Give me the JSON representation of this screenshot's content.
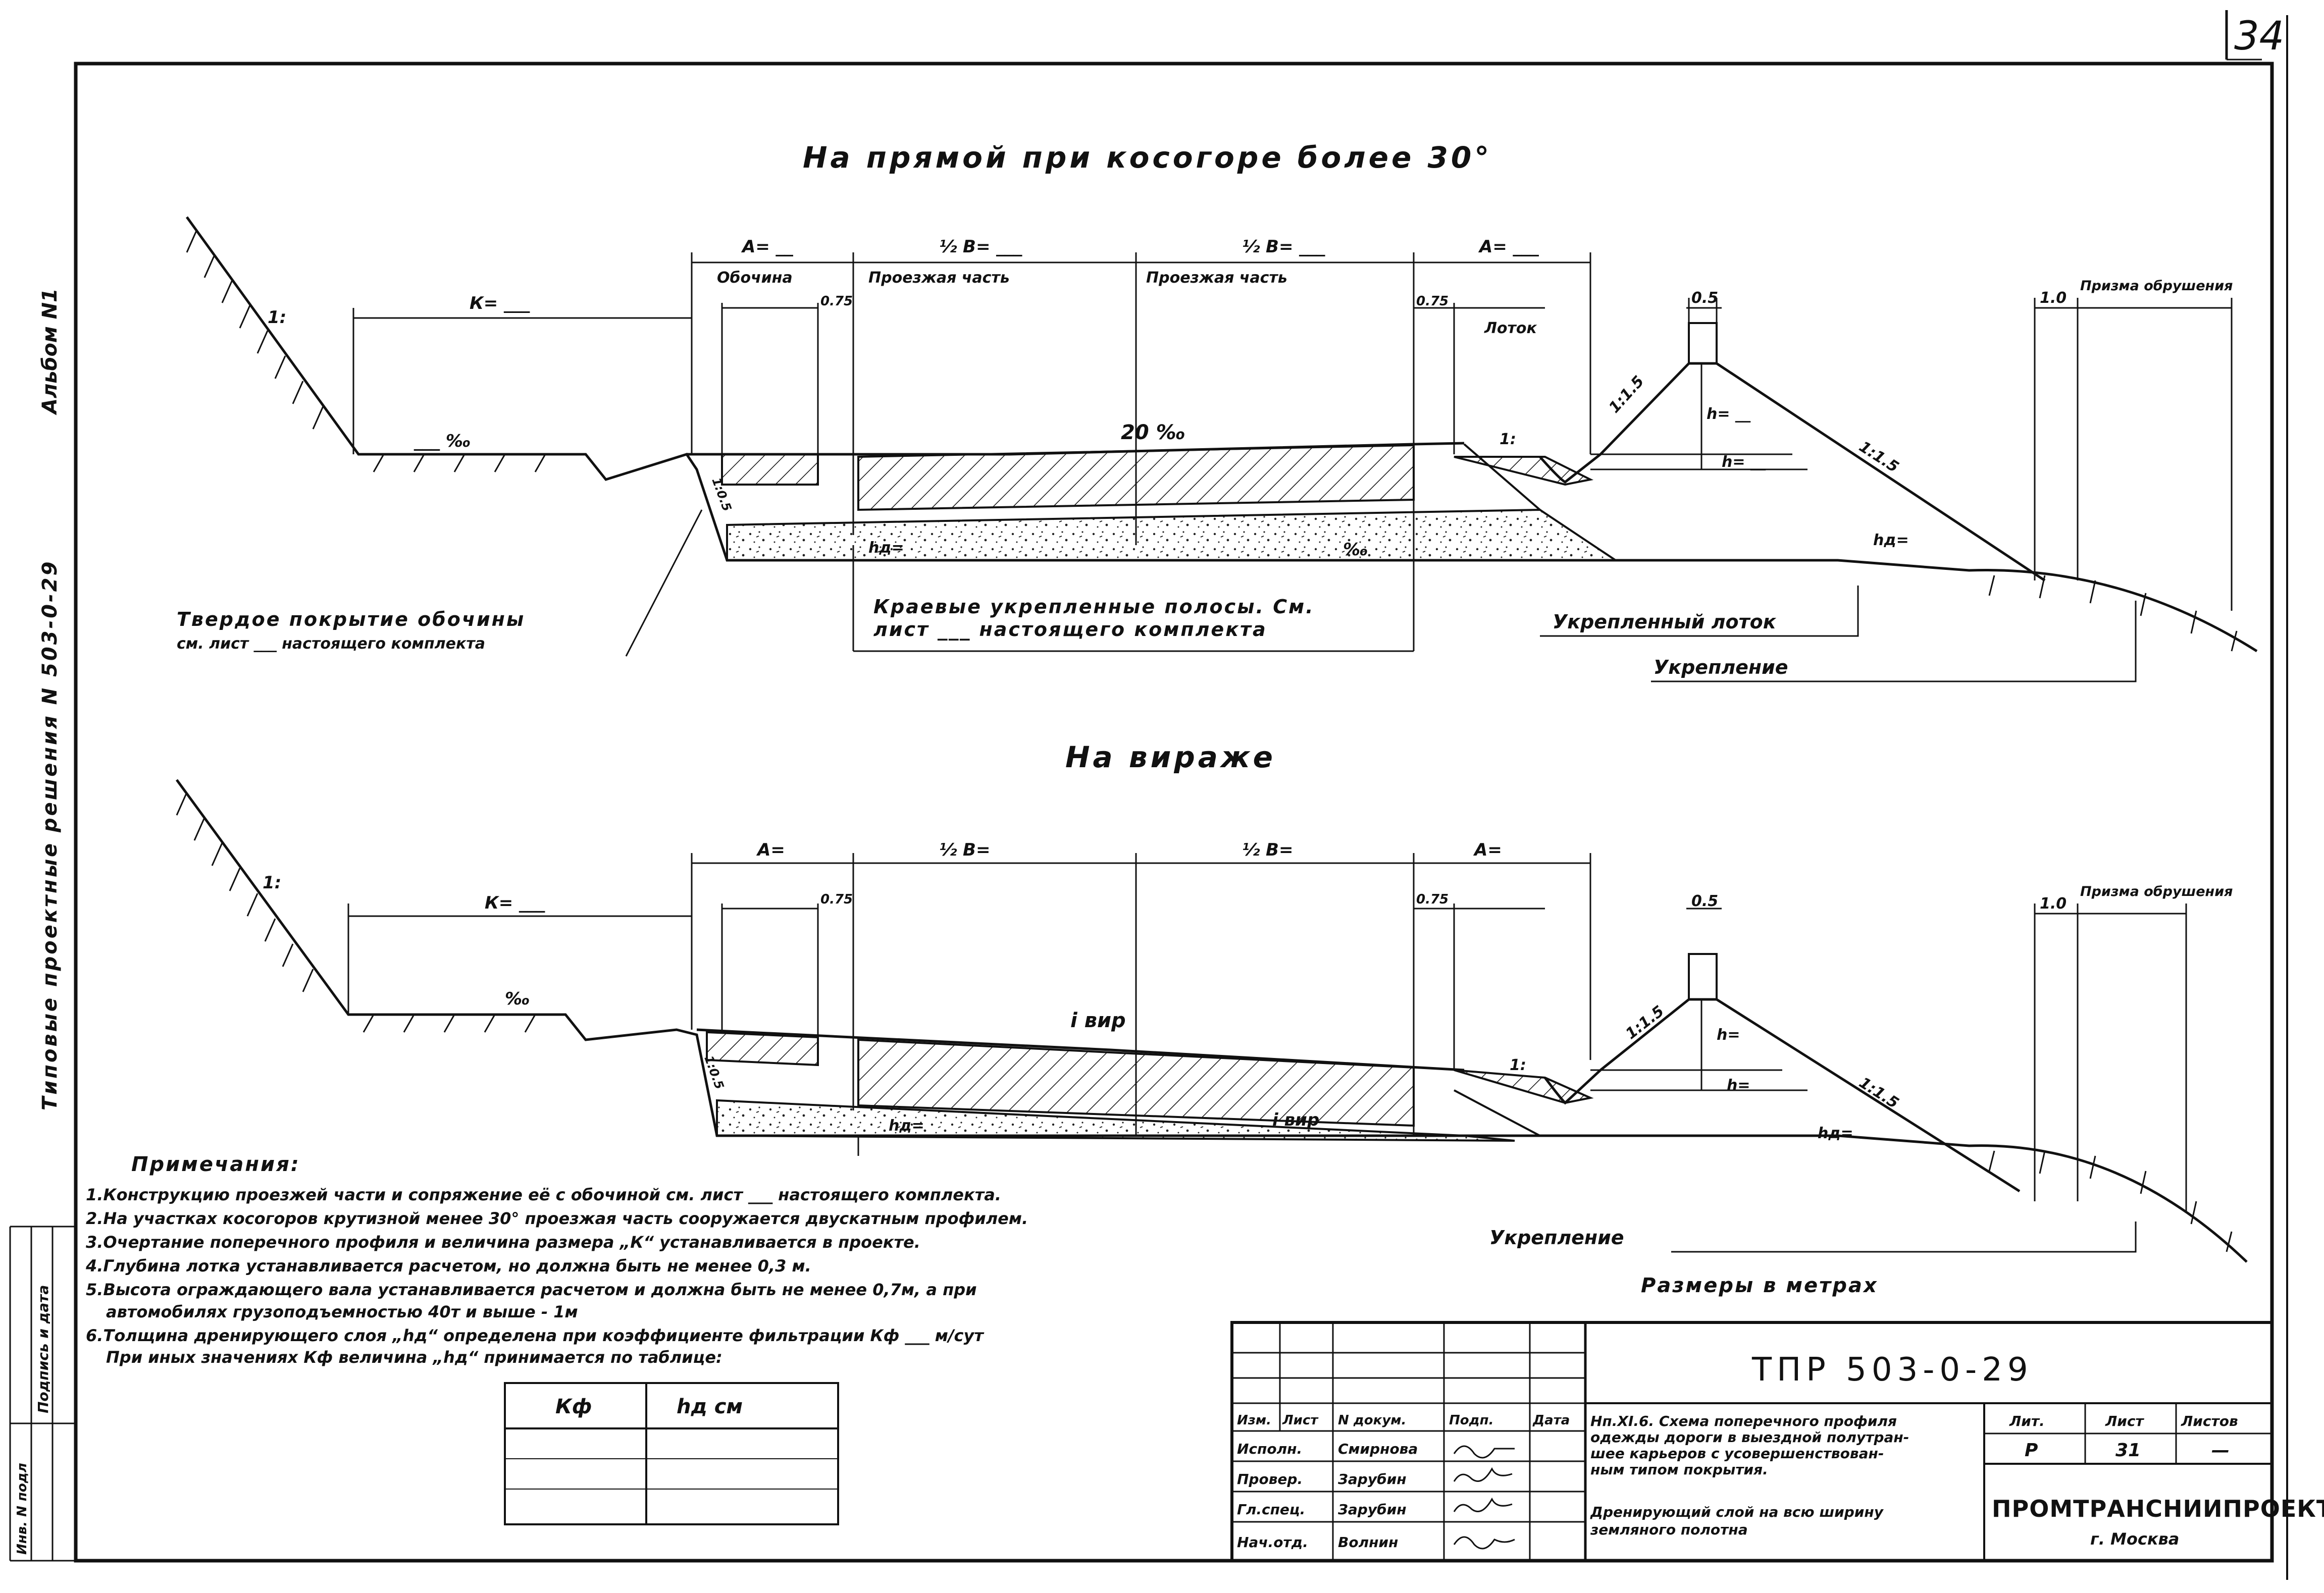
{
  "sheet_number": "34",
  "margin_left": {
    "album": "Альбом N1",
    "series": "Типовые проектные решения N 503-0-29"
  },
  "margin_bottom": {
    "inv": "Инв. N подл",
    "sign": "Подпись и дата"
  },
  "section_straight": {
    "title": "На прямой при косогоре более 30°",
    "slope_left": "1:",
    "K": "К= ___",
    "ditch_slope": "___ ‰",
    "A_left": "А= __",
    "half_B1": "½ В= ___",
    "half_B2": "½ В= ___",
    "A_right": "А= ___",
    "shoulder": "Обочина",
    "carriage1": "Проезжая часть",
    "carriage2": "Проезжая часть",
    "d075_left": "0.75",
    "d075_right": "0.75",
    "tray": "Лоток",
    "crest": "0.5",
    "prism_size": "1.0",
    "prism": "Призма обрушения",
    "slope_15a": "1:1.5",
    "slope_15b": "1:1.5",
    "cross_slope": "20 ‰",
    "h1": "h= __",
    "h2": "h= __",
    "hd1": "hд= ",
    "hd2": "hд= ",
    "base_slope": "‰",
    "tray_slope": "1:",
    "side_slope": "1:0.5",
    "callout_shoulder_1": "Твердое покрытие обочины",
    "callout_shoulder_2": "см. лист ___ настоящего комплекта",
    "callout_strips_1": "Краевые укрепленные полосы. См.",
    "callout_strips_2": "лист ___ настоящего комплекта",
    "callout_tray": "Укрепленный лоток",
    "callout_reinf": "Укрепление"
  },
  "section_bend": {
    "title": "На вираже",
    "slope_left": "1:",
    "K": "К= ___",
    "ditch_slope": "‰",
    "A_left": "А=",
    "half_B1": "½ В=",
    "half_B2": "½ В=",
    "A_right": "А=",
    "d075_left": "0.75",
    "d075_right": "0.75",
    "crest": "0.5",
    "prism_size": "1.0",
    "prism": "Призма обрушения",
    "slope_15a": "1:1.5",
    "slope_15b": "1:1.5",
    "i_bend_top": "i вир",
    "i_bend_base": "i вир",
    "h1": "h=",
    "h2": "h=",
    "hd1": "hд=",
    "hd2": "hд=",
    "tray_slope": "1:",
    "side_slope": "1:0.5",
    "callout_reinf": "Укрепление"
  },
  "notes": {
    "heading": "Примечания:",
    "items": [
      "1.Конструкцию проезжей части и сопряжение её с обочиной см. лист ___ настоящего комплекта.",
      "2.На участках косогоров крутизной менее 30° проезжая часть сооружается двускатным профилем.",
      "3.Очертание поперечного профиля и величина размера „К“ устанавливается в проекте.",
      "4.Глубина лотка устанавливается расчетом, но должна быть не менее 0,3 м.",
      "5.Высота ограждающего вала устанавливается расчетом и должна быть не менее 0,7м, а при",
      "автомобилях грузоподъемностью 40т и выше - 1м",
      "6.Толщина дренирующего слоя „hд“ определена при коэффициенте фильтрации Кф ___ м/сут",
      "При иных значениях Кф величина „hд“ принимается по таблице:"
    ],
    "units": "Размеры в метрах"
  },
  "table": {
    "col1": "Кф",
    "col2": "hд см"
  },
  "title_block": {
    "code": "ТПР 503-0-29",
    "header": [
      "Изм.",
      "Лист",
      "N докум.",
      "Подп.",
      "Дата"
    ],
    "rows": [
      {
        "role": "Исполн.",
        "name": "Смирнова"
      },
      {
        "role": "Провер.",
        "name": "Зарубин"
      },
      {
        "role": "Гл.спец.",
        "name": "Зарубин"
      },
      {
        "role": "Нач.отд.",
        "name": "Волнин"
      }
    ],
    "desc1": "Нп.XI.6. Схема поперечного профиля",
    "desc2": "одежды дороги в выездной полутран-",
    "desc3": "шее карьеров с усовершенствован-",
    "desc4": "ным типом покрытия.",
    "desc5": "Дренирующий слой на всю ширину",
    "desc6": "земляного полотна",
    "lit_label": "Лит.",
    "sheet_label": "Лист",
    "sheets_label": "Листов",
    "lit_value": "Р",
    "sheet_value": "31",
    "sheets_value": "—",
    "org": "ПРОМТРАНСНИИПРОЕКТ",
    "city": "г. Москва"
  },
  "colors": {
    "ink": "#111111",
    "paper": "#ffffff"
  }
}
